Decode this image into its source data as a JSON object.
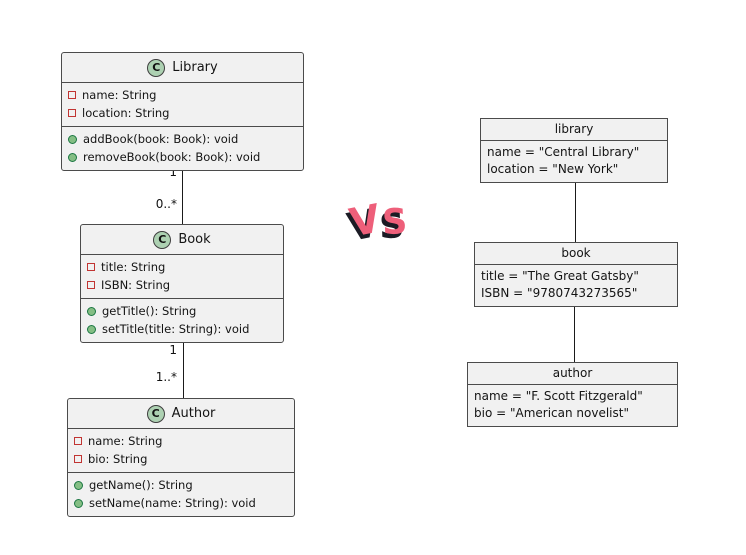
{
  "colors": {
    "background": "#FFFFFF",
    "box_fill": "#F1F1F1",
    "box_border": "#4B4B4B",
    "connector_line": "#1A1A1A",
    "class_icon_fill": "#ADD1B2",
    "class_icon_border": "#3E3E3E",
    "field_icon_border": "#C13432",
    "method_icon_fill": "#84BE84",
    "method_icon_border": "#1B7742",
    "vs_fill": "#EE5F7A",
    "vs_shadow": "#1B1B24"
  },
  "class_diagram": {
    "classes": [
      {
        "name": "Library",
        "stereotype_letter": "C",
        "attributes": [
          "name: String",
          "location: String"
        ],
        "methods": [
          "addBook(book: Book): void",
          "removeBook(book: Book): void"
        ]
      },
      {
        "name": "Book",
        "stereotype_letter": "C",
        "attributes": [
          "title: String",
          "ISBN: String"
        ],
        "methods": [
          "getTitle(): String",
          "setTitle(title: String): void"
        ]
      },
      {
        "name": "Author",
        "stereotype_letter": "C",
        "attributes": [
          "name: String",
          "bio: String"
        ],
        "methods": [
          "getName(): String",
          "setName(name: String): void"
        ]
      }
    ],
    "associations": [
      {
        "from": "Library",
        "to": "Book",
        "from_multiplicity": "1",
        "to_multiplicity": "0..*"
      },
      {
        "from": "Book",
        "to": "Author",
        "from_multiplicity": "1",
        "to_multiplicity": "1..*"
      }
    ]
  },
  "vs_label": {
    "letter1": "V",
    "letter2": "S"
  },
  "object_diagram": {
    "objects": [
      {
        "name": "library",
        "slots": [
          "name = \"Central Library\"",
          "location = \"New York\""
        ]
      },
      {
        "name": "book",
        "slots": [
          "title = \"The Great Gatsby\"",
          "ISBN = \"9780743273565\""
        ]
      },
      {
        "name": "author",
        "slots": [
          "name = \"F. Scott Fitzgerald\"",
          "bio = \"American novelist\""
        ]
      }
    ],
    "links": [
      {
        "from": "library",
        "to": "book"
      },
      {
        "from": "book",
        "to": "author"
      }
    ]
  }
}
